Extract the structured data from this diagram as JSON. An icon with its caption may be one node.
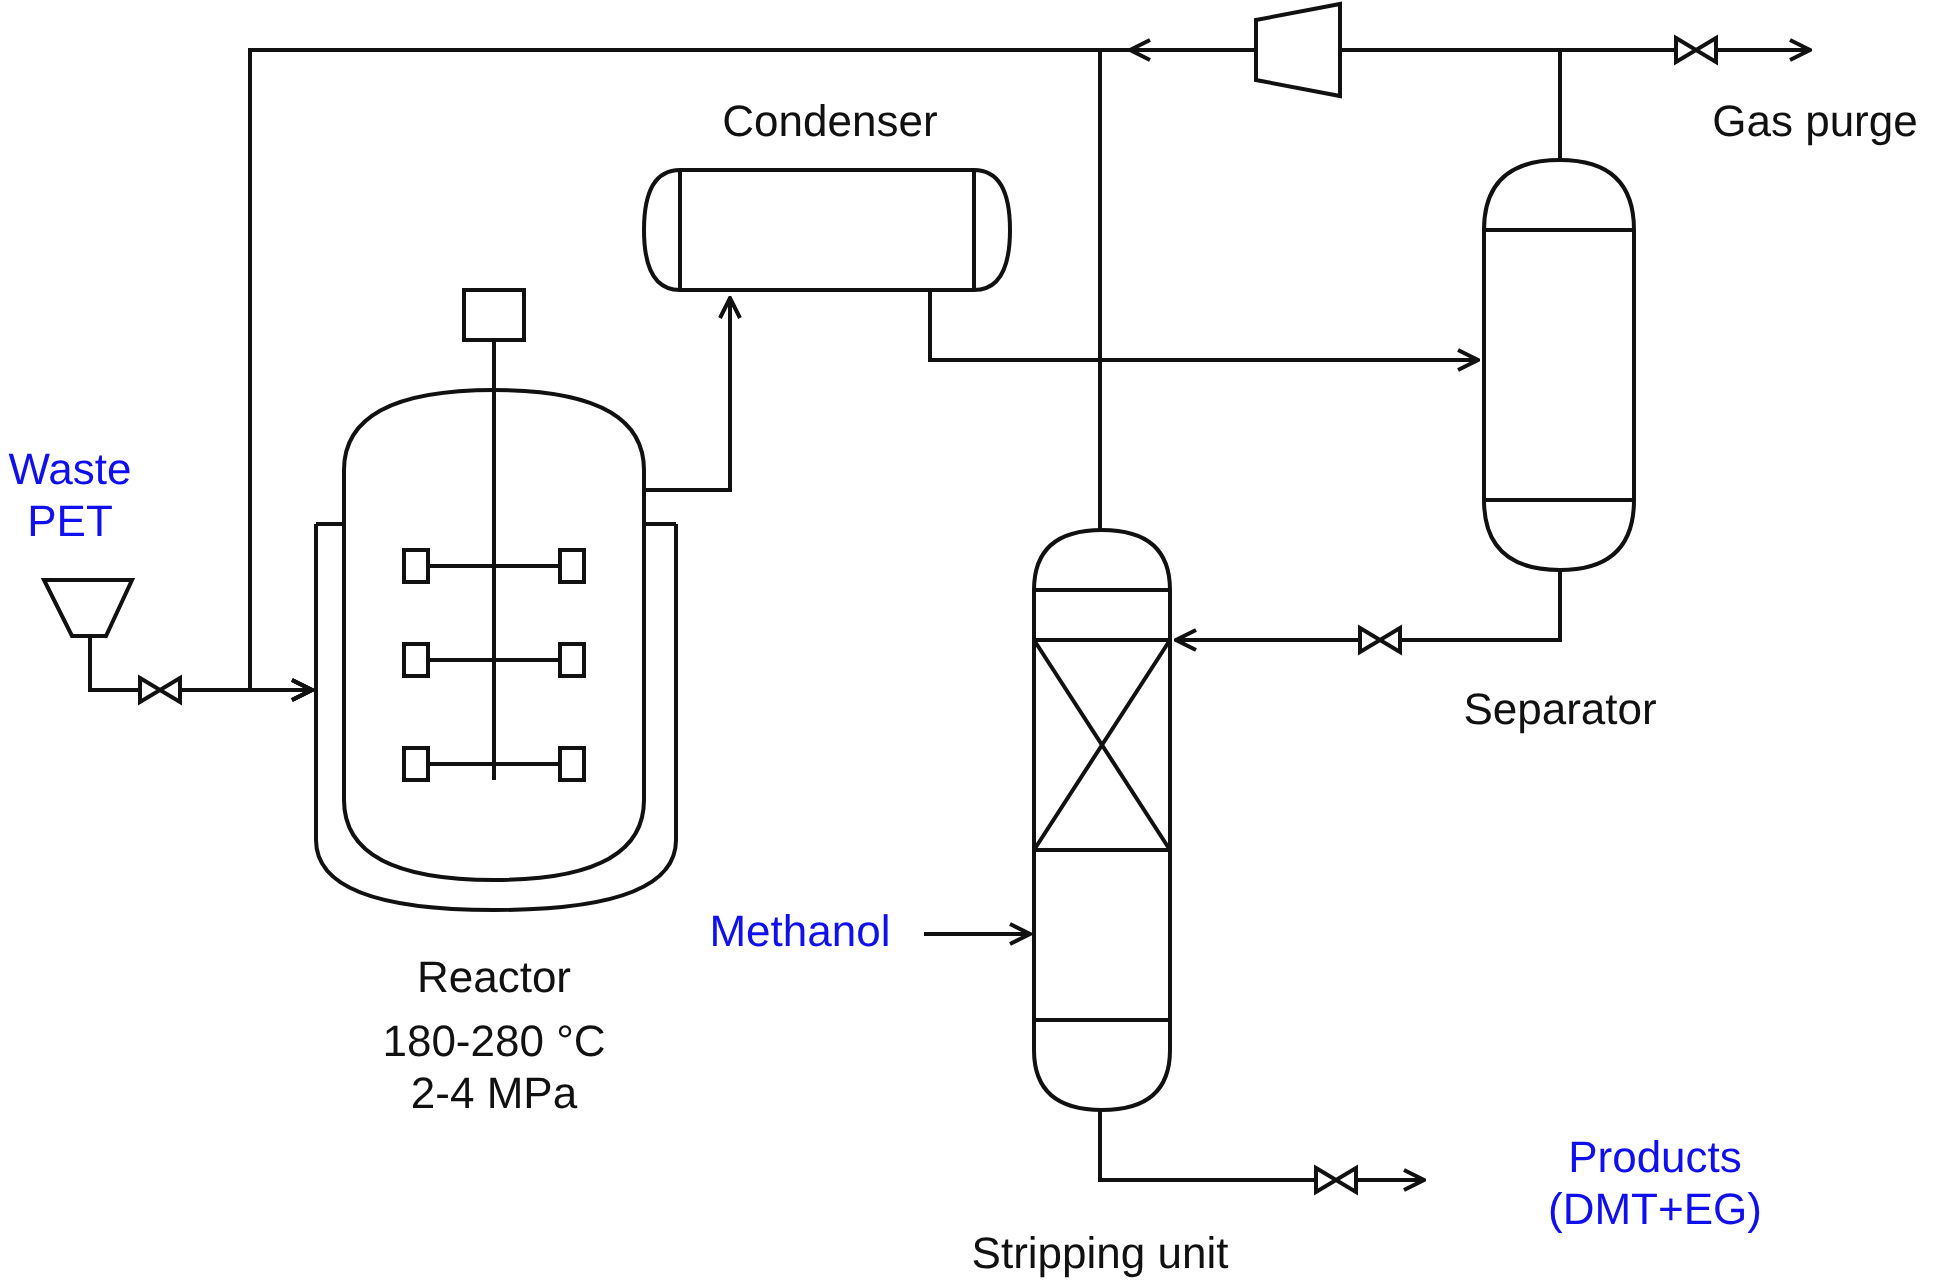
{
  "diagram": {
    "nodes": [
      {
        "text": [
          "Waste PET"
        ]
      },
      {
        "text": [
          "Reactor"
        ],
        "beside": [
          "180-280 °C 2-4 MPa"
        ]
      },
      {
        "text": [
          "Condenser"
        ]
      },
      {
        "text": [
          "Separator"
        ]
      },
      {
        "text": [
          "Stripping unit"
        ]
      },
      {
        "text": [],
        "shape": "trapezoid"
      },
      {
        "text": [
          "Gas purge"
        ]
      },
      {
        "text": [
          "Methanol"
        ]
      },
      {
        "text": [
          "Products (DMT+EG)"
        ]
      }
    ],
    "edges": [
      {
        "from": 0,
        "to": 1,
        "arrow": "to"
      },
      {
        "from": 1,
        "to": 2,
        "arrow": "to"
      },
      {
        "from": 2,
        "to": 3,
        "arrow": "to"
      },
      {
        "from": 3,
        "to": 6,
        "arrow": "to"
      },
      {
        "from": 3,
        "to": 5,
        "arrow": "none"
      },
      {
        "from": 5,
        "to": 1,
        "arrow": "to"
      },
      {
        "from": 4,
        "to": 1,
        "arrow": "to"
      },
      {
        "from": 3,
        "to": 4,
        "arrow": "to"
      },
      {
        "from": 7,
        "to": 4,
        "arrow": "to"
      },
      {
        "from": 4,
        "to": 8,
        "arrow": "to"
      }
    ]
  }
}
